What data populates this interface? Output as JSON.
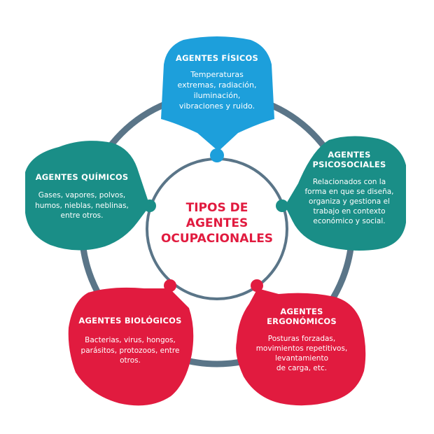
{
  "center": {
    "title_lines": [
      "TIPOS DE",
      "AGENTES",
      "OCUPACIONALES"
    ]
  },
  "nodes": [
    {
      "title_lines": [
        "AGENTES FÍSICOS"
      ],
      "desc_lines": [
        "Temperaturas",
        "extremas, radiación,",
        "iluminación,",
        "vibraciones y ruido."
      ],
      "color": "#1d9fdb"
    },
    {
      "title_lines": [
        "AGENTES",
        "PSICOSOCIALES"
      ],
      "desc_lines": [
        "Relacionados con la",
        "forma en que se diseña,",
        "organiza y gestiona el",
        "trabajo en contexto",
        "económico y social."
      ],
      "color": "#1a8e87"
    },
    {
      "title_lines": [
        "AGENTES",
        "ERGONÓMICOS"
      ],
      "desc_lines": [
        "Posturas forzadas,",
        "movimientos repetitivos,",
        "levantamiento",
        "de carga, etc."
      ],
      "color": "#e11b3f"
    },
    {
      "title_lines": [
        "AGENTES BIOLÓGICOS"
      ],
      "desc_lines": [
        "Bacterias, virus, hongos,",
        "parásitos, protozoos, entre",
        "otros."
      ],
      "color": "#e11b3f"
    },
    {
      "title_lines": [
        "AGENTES QUÍMICOS"
      ],
      "desc_lines": [
        "Gases, vapores, polvos,",
        "humos, nieblas, neblinas,",
        "entre otros."
      ],
      "color": "#1a8e87"
    }
  ],
  "ring_color": "#5a7588"
}
